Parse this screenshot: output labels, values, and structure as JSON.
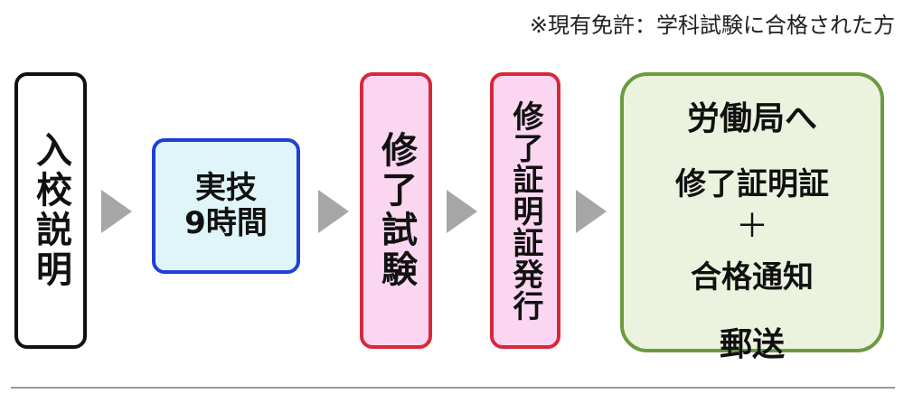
{
  "note": "※現有免許：学科試験に合格された方",
  "steps": {
    "orientation": "入校説明",
    "practical": {
      "line1": "実技",
      "line2": "9時間"
    },
    "exam": "修了試験",
    "certificate": "修了証明証発行",
    "final": {
      "line1": "労働局へ",
      "line2": "修了証明証",
      "line3": "＋",
      "line4": "合格通知",
      "line5": "郵送"
    }
  },
  "colors": {
    "step1_border": "#111111",
    "step2_border": "#1f3fd6",
    "step2_fill": "#dff5f9",
    "step3_border": "#d8283c",
    "step3_fill": "#fbd6f1",
    "step5_border": "#6b9b3e",
    "step5_fill": "#ebf3df",
    "arrow": "#a6a6a6"
  }
}
